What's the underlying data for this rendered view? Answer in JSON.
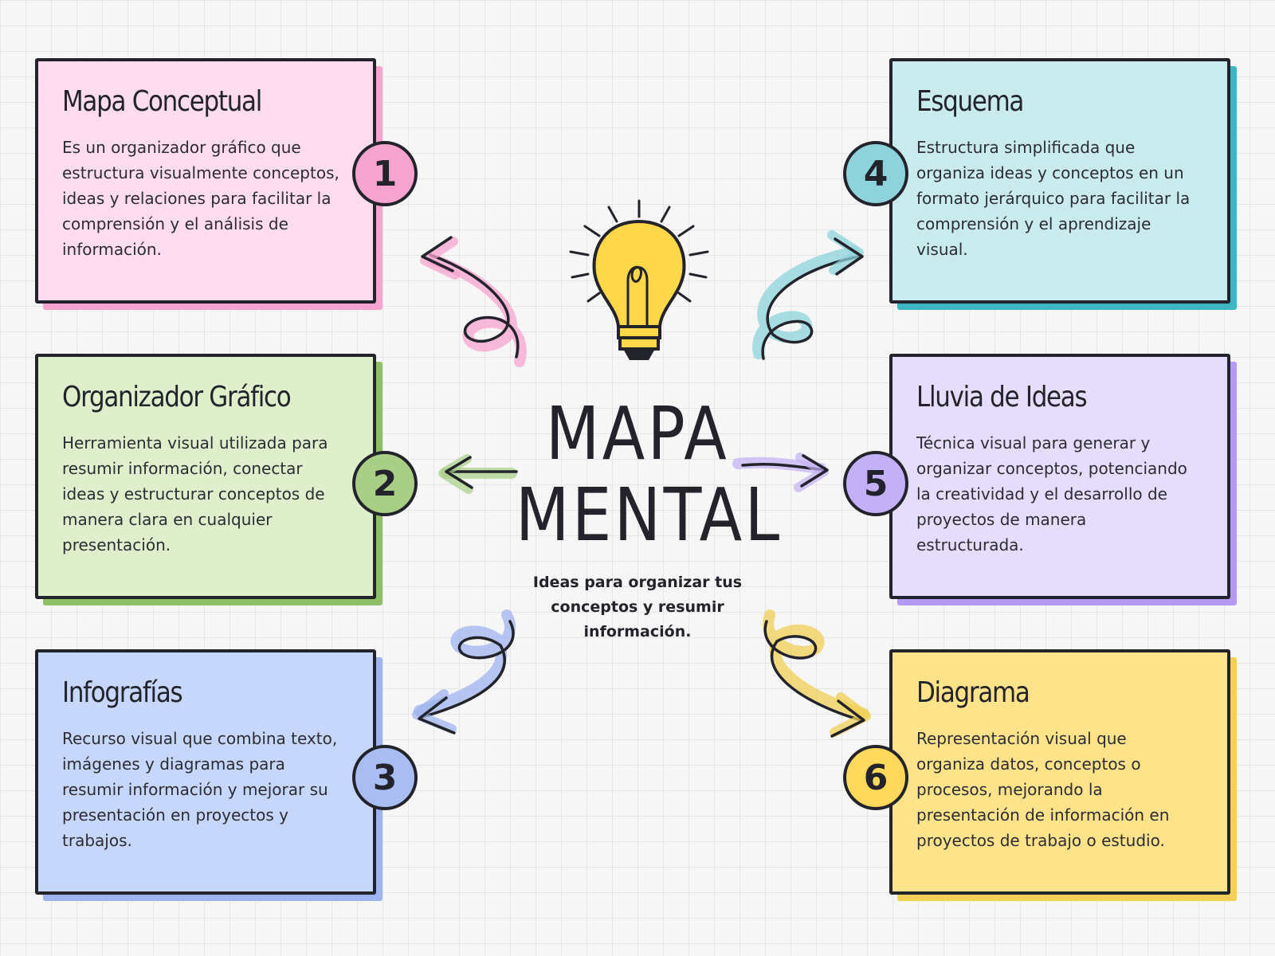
{
  "title": {
    "line1": "MAPA",
    "line2": "MENTAL"
  },
  "subtitle": "Ideas para organizar tus conceptos y resumir información.",
  "icon": "lightbulb-icon",
  "colors": {
    "ink": "#23232b",
    "pink": "#ffdcef",
    "pink_accent": "#f7a3cf",
    "green": "#dfefcb",
    "green_accent": "#8fc068",
    "blue": "#c7d6fb",
    "blue_accent": "#9fb3ee",
    "teal": "#c9ebee",
    "teal_accent": "#3bb6c2",
    "purple": "#e6dcfb",
    "purple_accent": "#b49af2",
    "yellow": "#ffe38a",
    "yellow_accent": "#f2cf55"
  },
  "cards": [
    {
      "number": "1",
      "title": "Mapa Conceptual",
      "description": "Es un organizador gráfico que estructura visualmente conceptos, ideas y relaciones para facilitar la comprensión y el análisis de información."
    },
    {
      "number": "2",
      "title": "Organizador Gráfico",
      "description": "Herramienta visual utilizada para resumir información, conectar ideas y estructurar conceptos de manera clara en cualquier presentación."
    },
    {
      "number": "3",
      "title": "Infografías",
      "description": "Recurso visual que combina texto, imágenes y diagramas para resumir información y mejorar su presentación en proyectos y trabajos."
    },
    {
      "number": "4",
      "title": "Esquema",
      "description": "Estructura simplificada que organiza ideas y conceptos en un formato jerárquico para facilitar la comprensión y el aprendizaje visual."
    },
    {
      "number": "5",
      "title": "Lluvia de Ideas",
      "description": "Técnica visual para generar y organizar conceptos, potenciando la creatividad y el desarrollo de proyectos de manera estructurada."
    },
    {
      "number": "6",
      "title": "Diagrama",
      "description": "Representación visual que organiza datos, conceptos o procesos, mejorando la presentación de información en proyectos de trabajo o estudio."
    }
  ]
}
